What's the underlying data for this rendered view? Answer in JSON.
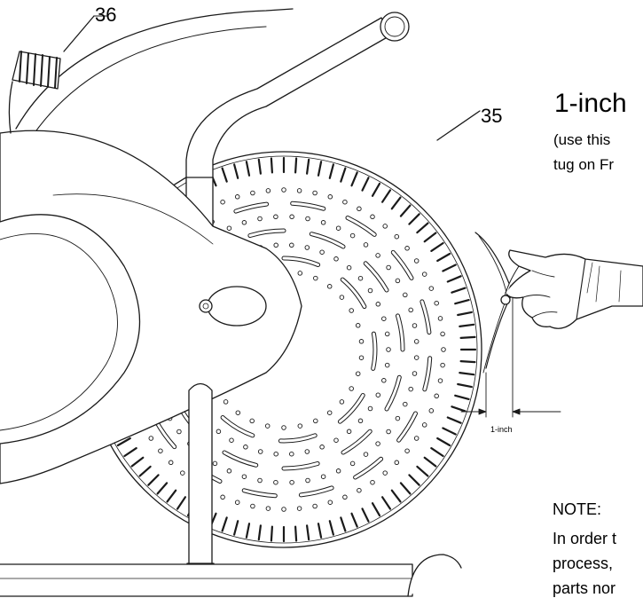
{
  "callouts": {
    "part_36": "36",
    "part_35": "35"
  },
  "instruction": {
    "title": "1-inch",
    "line1": "(use this",
    "line2": "tug on Fr"
  },
  "note": {
    "heading": "NOTE:",
    "line1": "In order t",
    "line2": "process,",
    "line3": "parts nor"
  },
  "dimension": {
    "label": "1-inch"
  }
}
